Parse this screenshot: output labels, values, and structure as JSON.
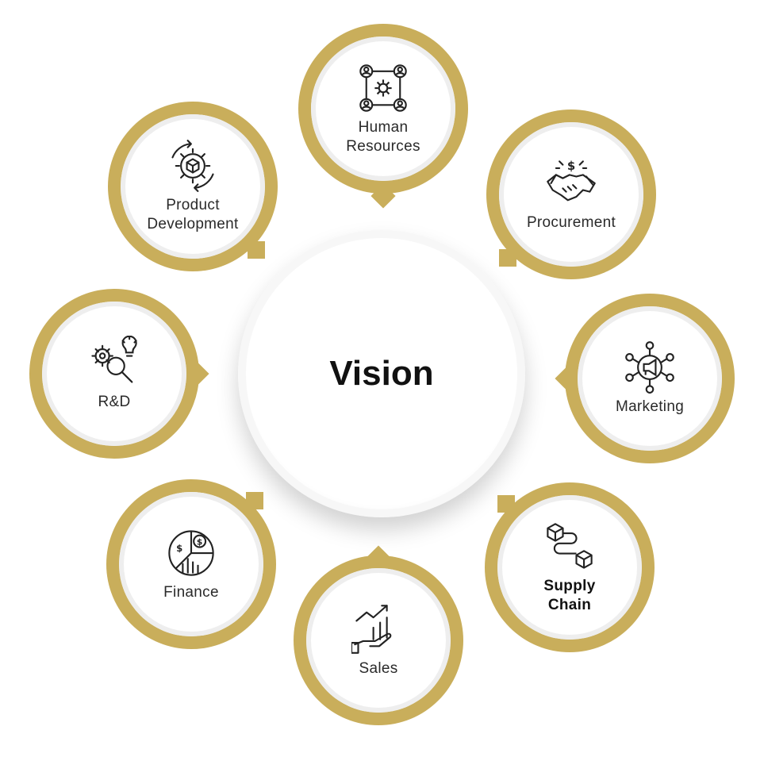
{
  "center": {
    "title": "Vision"
  },
  "colors": {
    "ring": "#c9ae5b",
    "inner": "#ffffff",
    "text": "#2a2a2a"
  },
  "nodes": [
    {
      "label": "Human\nResources",
      "icon": "team-gear-icon"
    },
    {
      "label": "Procurement",
      "icon": "handshake-dollar-icon"
    },
    {
      "label": "Marketing",
      "icon": "megaphone-network-icon"
    },
    {
      "label": "Supply\nChain",
      "icon": "supply-chain-boxes-icon"
    },
    {
      "label": "Sales",
      "icon": "hand-growth-chart-icon"
    },
    {
      "label": "Finance",
      "icon": "pie-chart-dollar-icon"
    },
    {
      "label": "R&D",
      "icon": "gear-magnifier-bulb-icon"
    },
    {
      "label": "Product\nDevelopment",
      "icon": "gear-cube-cycle-icon"
    }
  ]
}
